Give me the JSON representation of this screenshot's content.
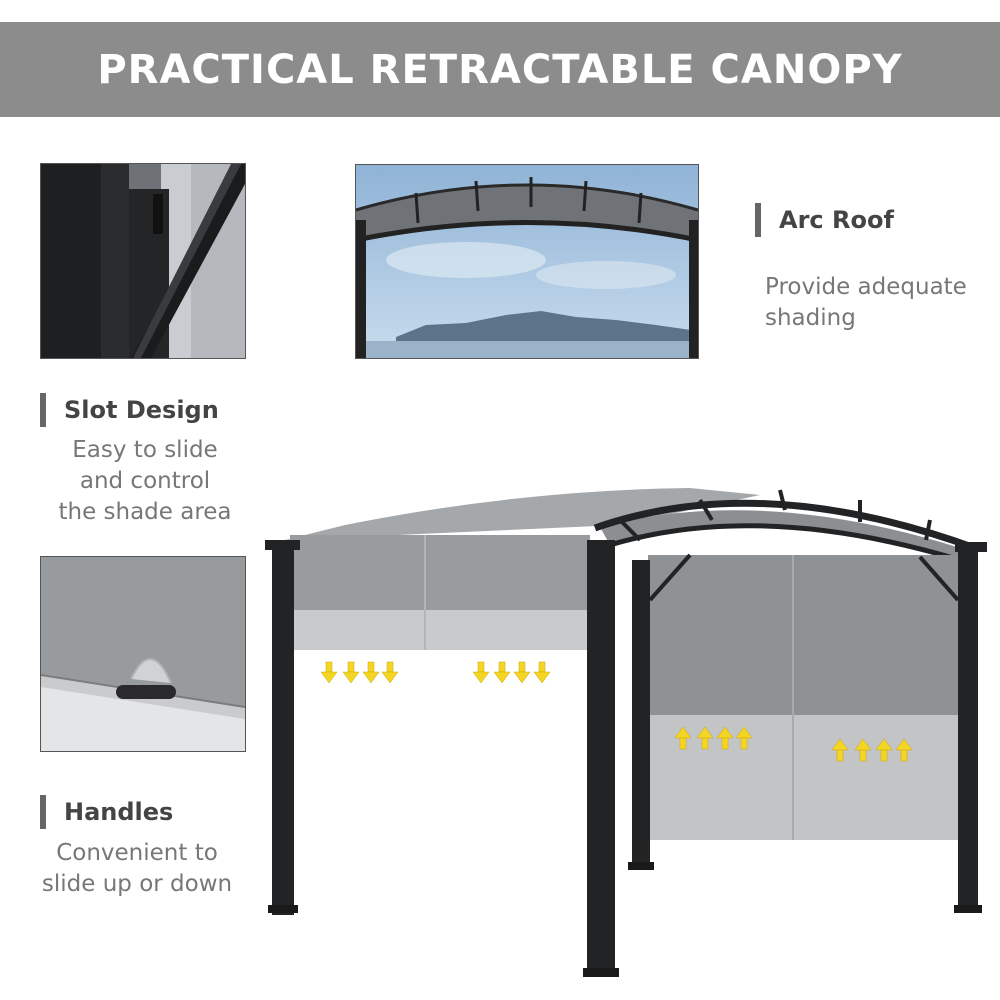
{
  "banner": {
    "title": "PRACTICAL RETRACTABLE CANOPY"
  },
  "features": {
    "arc_roof": {
      "title": "Arc Roof",
      "desc_lines": [
        "Provide adequate",
        "shading"
      ]
    },
    "slot_design": {
      "title": "Slot Design",
      "desc_lines": [
        "Easy to slide",
        "and control",
        "the shade area"
      ]
    },
    "handles": {
      "title": "Handles",
      "desc_lines": [
        "Convenient to",
        "slide up or down"
      ]
    }
  },
  "colors": {
    "banner_bg": "#8c8c8c",
    "canopy": "#8f9295",
    "frame": "#222325",
    "arrow": "#f5d523",
    "accent": "#666666"
  },
  "icons": {
    "arrow_down": "arrow-down-icon",
    "arrow_up": "arrow-up-icon"
  }
}
